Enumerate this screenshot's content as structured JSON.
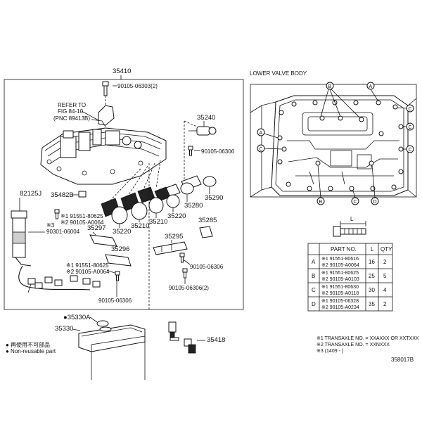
{
  "labels": {
    "assembly": "35410",
    "refer_line1": "REFER TO",
    "refer_line2": "FIG 84-10",
    "refer_line3": "(PNC 89413B)",
    "top_bolt": "90105-06303(2)",
    "p35240": "35240",
    "bolt_right": "90105-06306",
    "p35290": "35290",
    "p35280": "35280",
    "p35220_right": "35220",
    "p35210_right": "35210",
    "p35220_left": "35220",
    "p35210_left": "35210",
    "p82125J": "82125J",
    "p35482B": "35482B",
    "ref3": "※3",
    "harness_pn": "90301-06004",
    "bolt_a1": "※1 91551-80625",
    "bolt_a2": "※2 90105-A0064",
    "p35297": "35297",
    "p35296": "35296",
    "bolt_b1": "※1 91551-80625",
    "bolt_b2": "※2 90105-A0064",
    "bolt_bottom": "90105-06306",
    "p35295": "35295",
    "p35285": "35285",
    "bolt_mid": "90105-06306",
    "bolt_mid2": "90105-06306(2)",
    "p35330A": "●35330A",
    "p35330": "35330",
    "p35418": "35418",
    "legend_nr_jp": "● 再使用不可部品",
    "legend_nr_en": "● Non-reusable part",
    "lower_valve_body": "LOWER VALVE BODY",
    "bolt_dim_l": "L",
    "note1": "※1 TRANSAXLE NO. = XXAXXX OR XXTXXX",
    "note2": "※2 TRANSAXLE NO. = XXNXXX",
    "note3": "※3 (1409 -     )",
    "fig_code": "358017B"
  },
  "callouts": [
    "A",
    "B",
    "C",
    "D"
  ],
  "table": {
    "headers": [
      "",
      "PART NO.",
      "L",
      "QTY"
    ],
    "rows": [
      {
        "key": "A",
        "p1": "※1 91551-80616",
        "p2": "※2 90105-A0064",
        "l": "16",
        "qty": "2"
      },
      {
        "key": "B",
        "p1": "※1 91551-80625",
        "p2": "※2 90105-A0103",
        "l": "25",
        "qty": "5"
      },
      {
        "key": "C",
        "p1": "※1 91551-80630",
        "p2": "※2 90105-A0118",
        "l": "30",
        "qty": "4"
      },
      {
        "key": "D",
        "p1": "※1 90105-06328",
        "p2": "※2 90105-A0234",
        "l": "35",
        "qty": "2"
      }
    ]
  }
}
